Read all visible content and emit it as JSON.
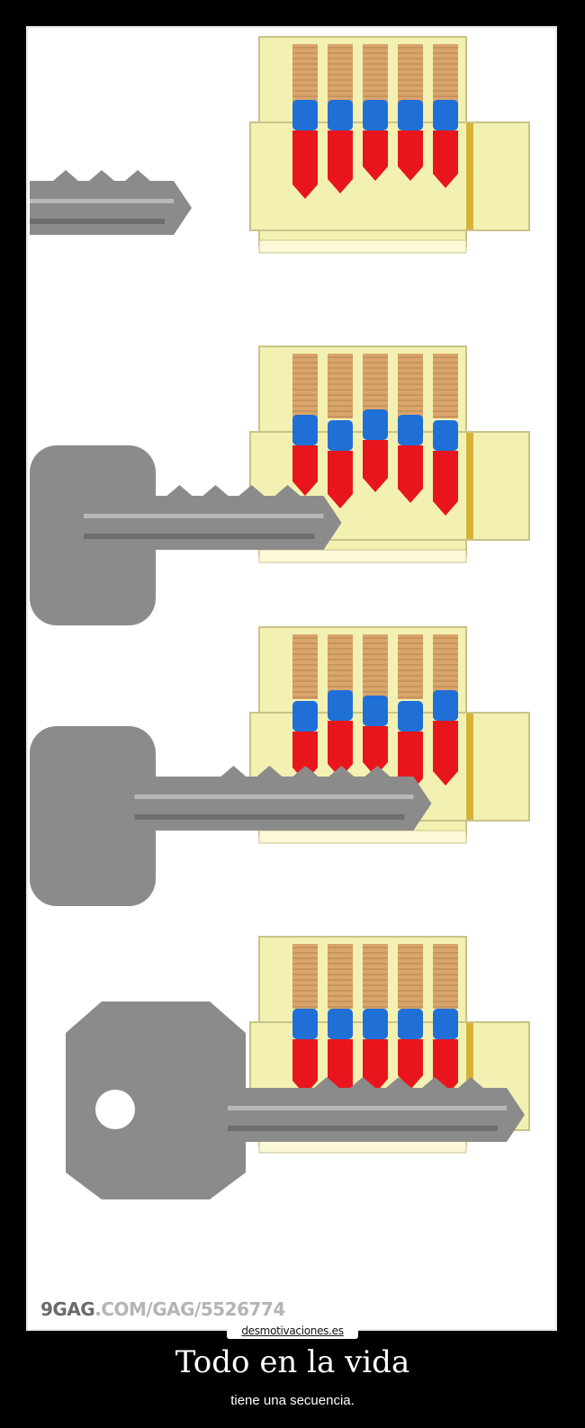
{
  "watermark": {
    "brand": "9GAG",
    "path": ".COM/GAG/5526774"
  },
  "site_badge": "desmotivaciones.es",
  "caption": {
    "title": "Todo en la vida",
    "subtitle": "tiene una secuencia."
  },
  "colors": {
    "background": "#000000",
    "lock_body": "#f3f1b2",
    "lock_trim": "#d6b23a",
    "key_pin": "#e8161c",
    "driver_pin": "#1f6fd6",
    "spring": "#d9a56c",
    "key": "#8b8b8b",
    "key_dark": "#6e6e6e"
  },
  "panels": [
    {
      "step": 1,
      "key_inserted": 0.0,
      "key_pins": [
        60,
        54,
        40,
        40,
        48
      ],
      "driver_pins": [
        34,
        34,
        34,
        34,
        34
      ]
    },
    {
      "step": 2,
      "key_inserted": 0.45,
      "key_pins": [
        40,
        48,
        42,
        48,
        56
      ],
      "driver_pins": [
        34,
        34,
        34,
        34,
        34
      ]
    },
    {
      "step": 3,
      "key_inserted": 0.72,
      "key_pins": [
        40,
        48,
        40,
        52,
        56
      ],
      "driver_pins": [
        34,
        34,
        34,
        34,
        34
      ]
    },
    {
      "step": 4,
      "key_inserted": 1.0,
      "key_pins": [
        46,
        52,
        44,
        40,
        48
      ],
      "driver_pins": [
        34,
        34,
        34,
        34,
        34
      ]
    }
  ]
}
